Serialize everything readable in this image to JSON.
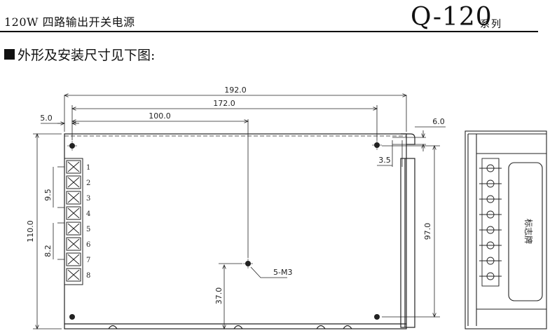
{
  "header": {
    "left_title": "120W 四路输出开关电源",
    "model": "Q-120",
    "series": "系列"
  },
  "section_title": "外形及安装尺寸见下图:",
  "dimensions": {
    "overall_length": "192.0",
    "hole_span": "172.0",
    "center_hole": "100.0",
    "edge_offset": "5.0",
    "height": "110.0",
    "hole_height": "97.0",
    "right_offset": "6.0",
    "small_offset": "3.5",
    "pin_pitch_a": "9.5",
    "pin_pitch_b": "8.2",
    "screw_y": "37.0"
  },
  "screw_label": "5-M3",
  "terminal_numbers": [
    "1",
    "2",
    "3",
    "4",
    "5",
    "6",
    "7",
    "8"
  ],
  "nameplate_label": "标志牌"
}
